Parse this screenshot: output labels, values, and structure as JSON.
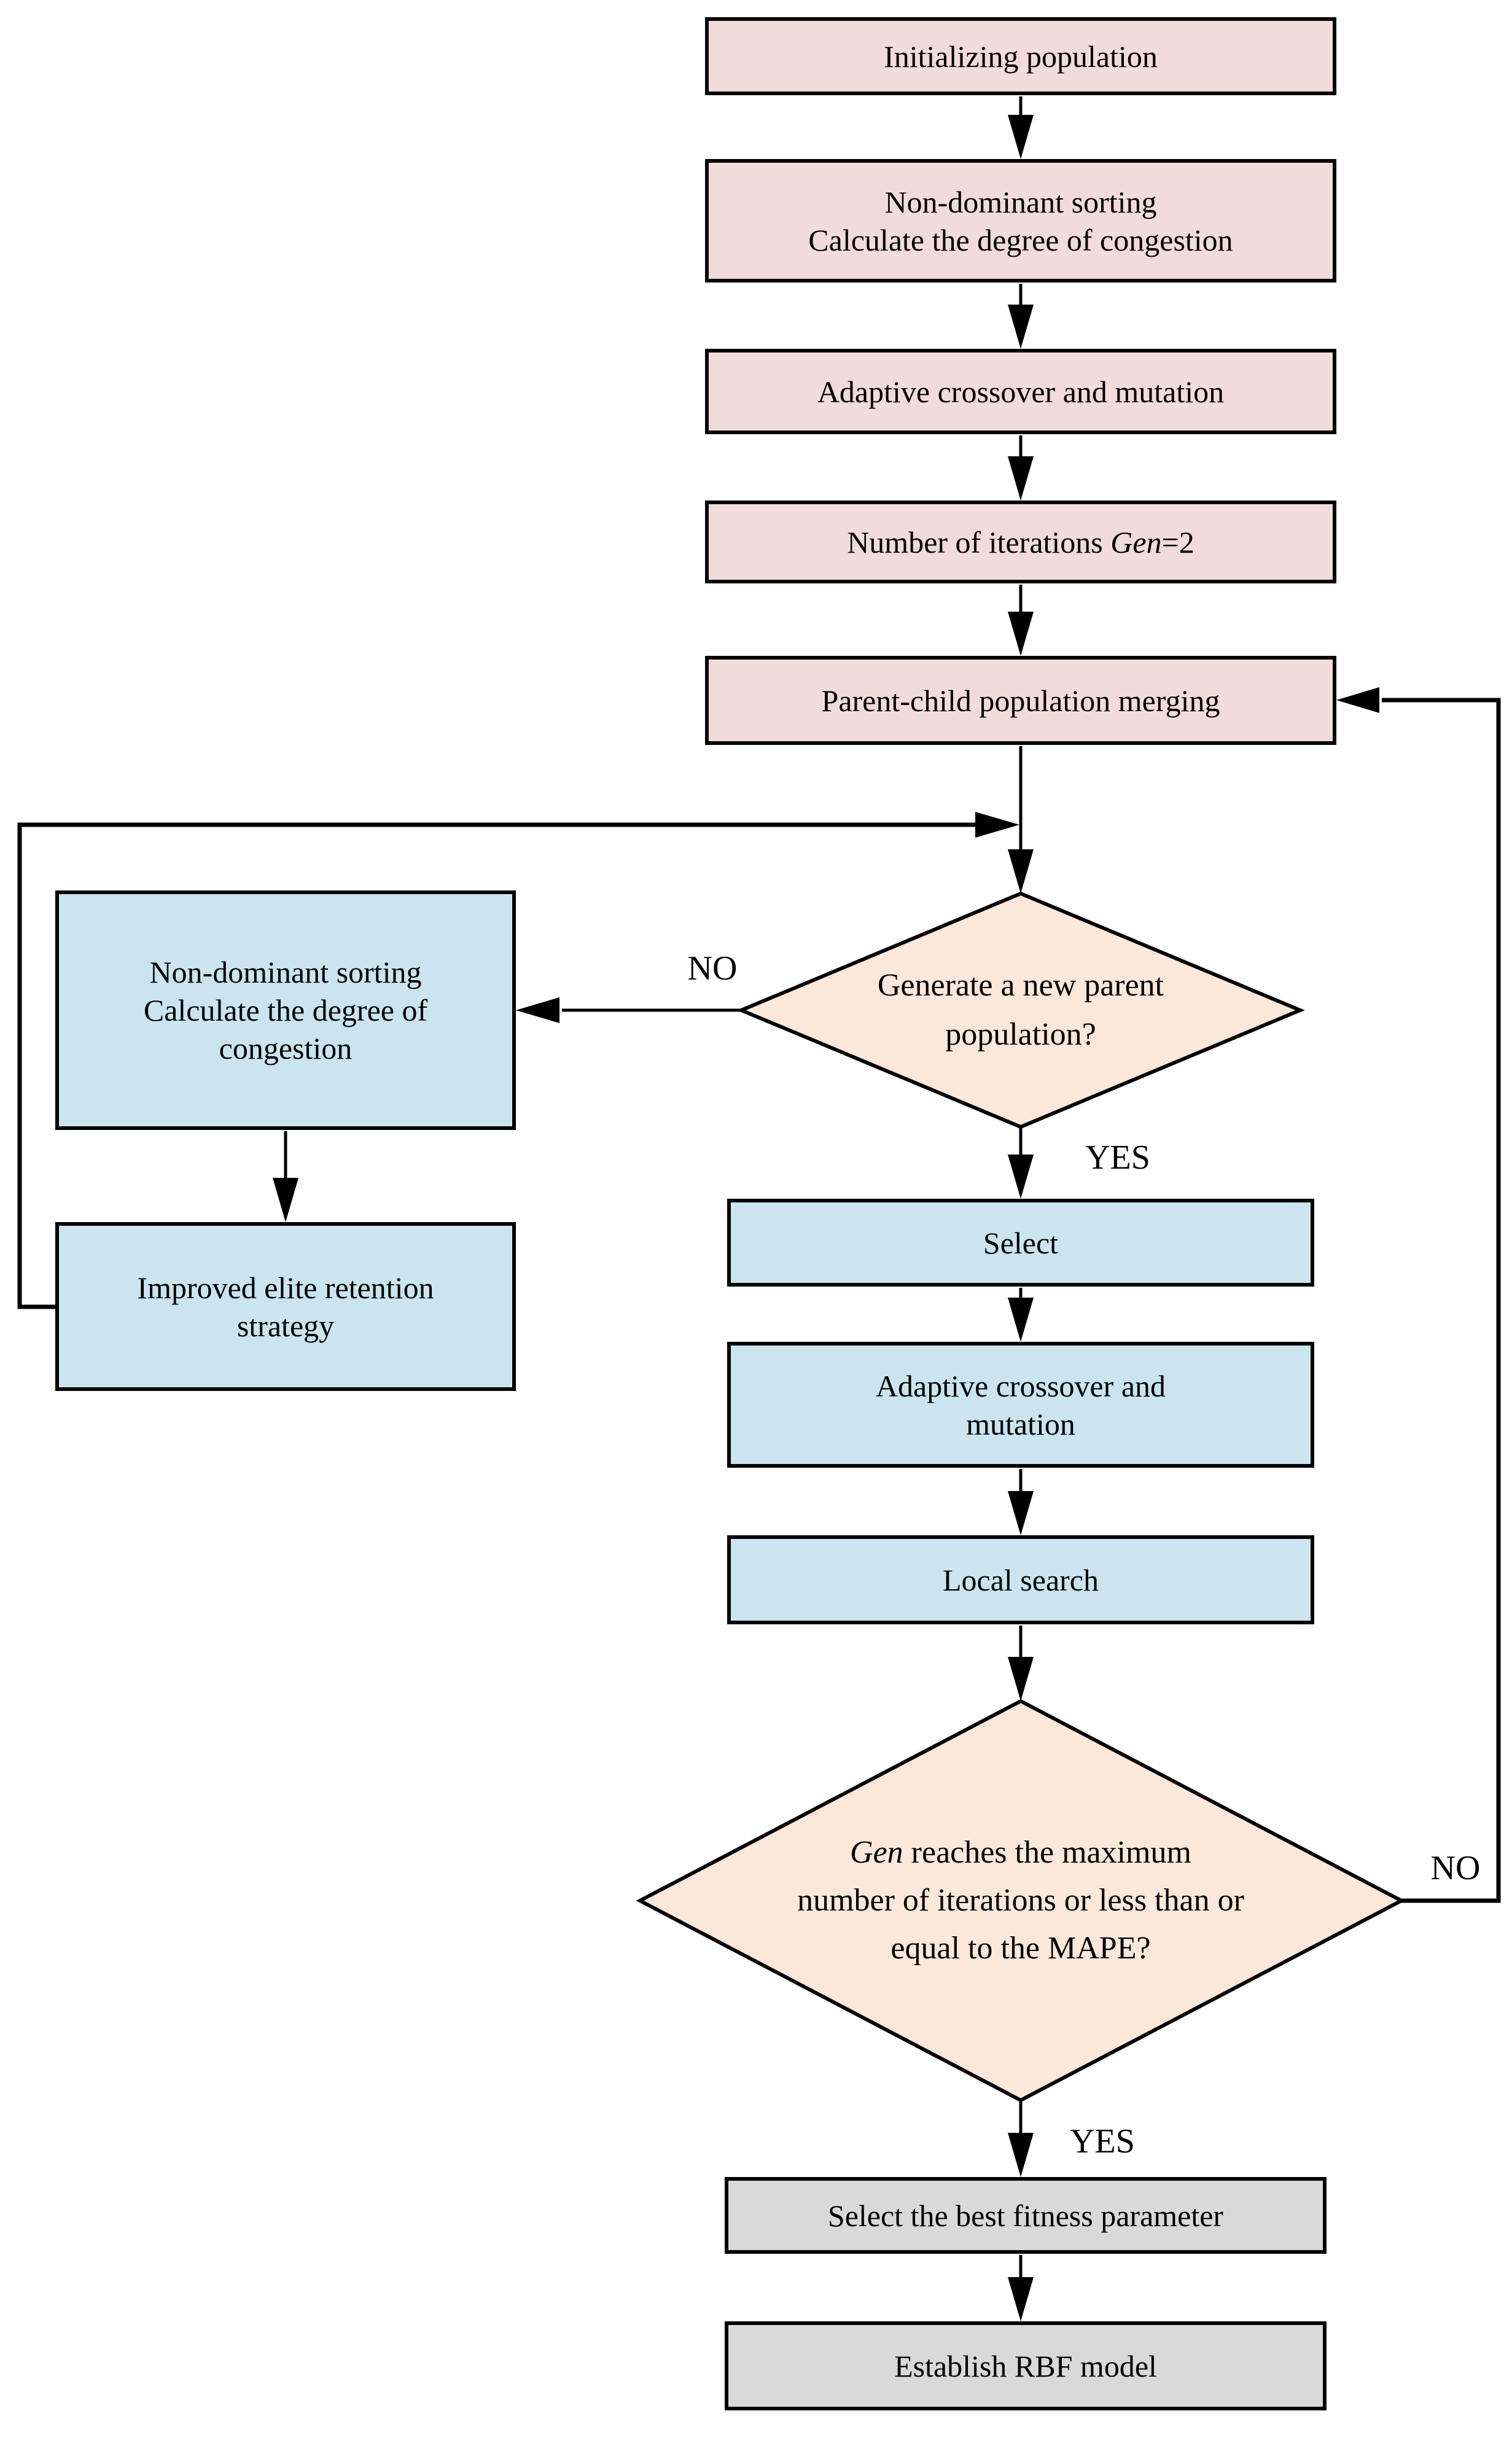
{
  "colors": {
    "pink": "#f2dcdb",
    "blue": "#cbe5f0",
    "peach": "#fbe8db",
    "gray": "#d9d9d9",
    "line": "#000000",
    "text": "#000000",
    "background": "#ffffff"
  },
  "flowchart": {
    "boxes": {
      "init": {
        "label": "Initializing population"
      },
      "sort1": {
        "lines": [
          "Non-dominant sorting",
          "Calculate the degree of congestion"
        ]
      },
      "crossover1": {
        "label": "Adaptive crossover and mutation"
      },
      "iterations": {
        "prefix": "Number of iterations ",
        "var": "Gen",
        "suffix": "=2"
      },
      "merge": {
        "label": "Parent-child population merging"
      },
      "sort2": {
        "lines": [
          "Non-dominant sorting",
          "Calculate the degree of",
          "congestion"
        ]
      },
      "elite": {
        "lines": [
          "Improved elite retention",
          "strategy"
        ]
      },
      "select": {
        "label": "Select"
      },
      "crossover2": {
        "lines": [
          "Adaptive crossover and",
          "mutation"
        ]
      },
      "local_search": {
        "label": "Local search"
      },
      "best_fitness": {
        "label": "Select the best fitness parameter"
      },
      "rbf": {
        "label": "Establish RBF model"
      }
    },
    "decisions": {
      "new_parent": {
        "lines": [
          "Generate a new parent",
          "population?"
        ]
      },
      "termination": {
        "var": "Gen",
        "line1_rest": " reaches the maximum",
        "lines": [
          "number of iterations or less than or",
          "equal to the MAPE?"
        ]
      }
    },
    "branch_labels": {
      "no1": "NO",
      "yes1": "YES",
      "no2": "NO",
      "yes2": "YES"
    }
  }
}
